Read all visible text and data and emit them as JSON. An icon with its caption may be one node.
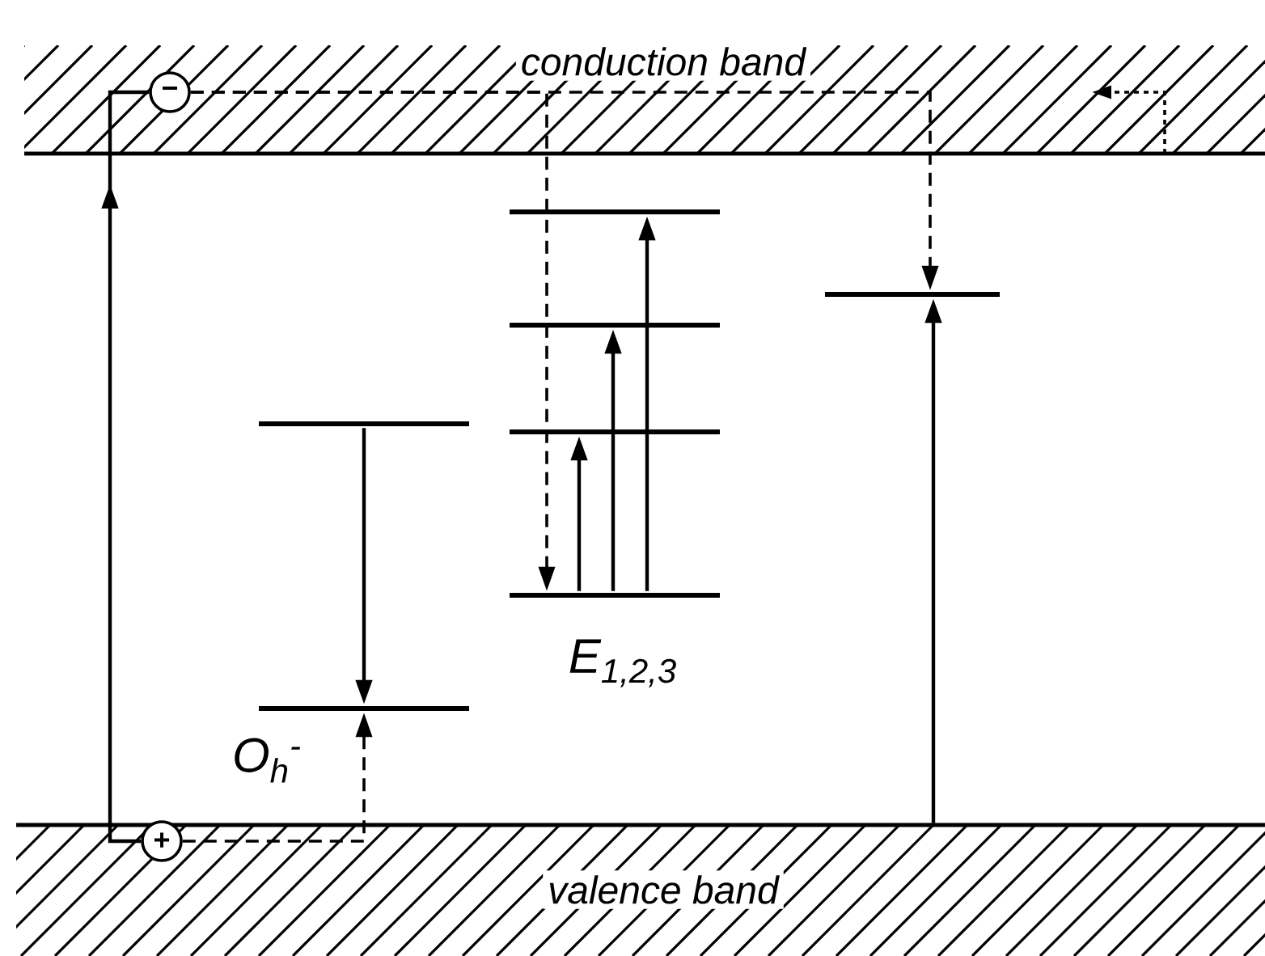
{
  "diagram": {
    "nodes": [
      {
        "text": [
          "conduction band"
        ]
      },
      {
        "text": [
          "valence band"
        ]
      },
      {
        "text": [
          "−"
        ],
        "in": 0
      },
      {
        "text": [
          "+"
        ],
        "in": 1
      },
      {
        "text": [],
        "shape": "bar"
      },
      {
        "text": [],
        "shape": "bar"
      },
      {
        "text": [],
        "shape": "bar"
      },
      {
        "text": [],
        "shape": "bar"
      },
      {
        "text": [],
        "shape": "bar"
      },
      {
        "text": [],
        "shape": "bar"
      },
      {
        "text": [],
        "shape": "bar"
      }
    ],
    "edges": [
      {
        "from": 3,
        "to": 2,
        "arrow": "to"
      },
      {
        "from": 2,
        "to": 6,
        "arrow": "to",
        "style": "dashed"
      },
      {
        "from": 2,
        "to": 10,
        "arrow": "to",
        "style": "dashed"
      },
      {
        "from": 3,
        "to": 5,
        "arrow": "to",
        "style": "dashed"
      },
      {
        "from": 4,
        "to": 5,
        "arrow": "to"
      },
      {
        "from": 6,
        "to": 7,
        "arrow": "to"
      },
      {
        "from": 6,
        "to": 8,
        "arrow": "to"
      },
      {
        "from": 6,
        "to": 9,
        "arrow": "to"
      },
      {
        "from": 1,
        "to": 10,
        "arrow": "to"
      }
    ],
    "labels": [
      "O$_{h}$$^{-}$",
      "E$_{1,2,3}$"
    ]
  }
}
